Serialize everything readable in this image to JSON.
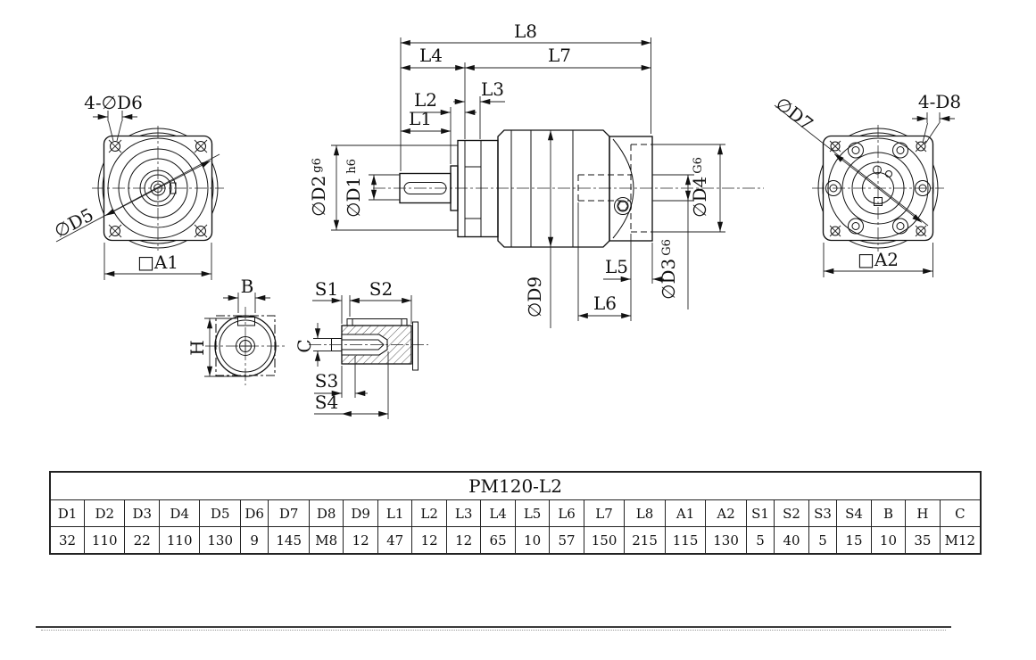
{
  "table": {
    "title": "PM120-L2",
    "headers": [
      "D1",
      "D2",
      "D3",
      "D4",
      "D5",
      "D6",
      "D7",
      "D8",
      "D9",
      "L1",
      "L2",
      "L3",
      "L4",
      "L5",
      "L6",
      "L7",
      "L8",
      "A1",
      "A2",
      "S1",
      "S2",
      "S3",
      "S4",
      "B",
      "H",
      "C"
    ],
    "values": [
      "32",
      "110",
      "22",
      "110",
      "130",
      "9",
      "145",
      "M8",
      "12",
      "47",
      "12",
      "12",
      "65",
      "10",
      "57",
      "150",
      "215",
      "115",
      "130",
      "5",
      "40",
      "5",
      "15",
      "10",
      "35",
      "M12"
    ]
  },
  "left_view": {
    "hole_callout": "4-∅D6",
    "diameter_label": "∅D5",
    "square_label": "□A1"
  },
  "right_view": {
    "hole_callout": "4-D8",
    "diameter_label": "∅D7",
    "square_label": "□A2"
  },
  "side_view": {
    "l1": "L1",
    "l2": "L2",
    "l3": "L3",
    "l4": "L4",
    "l5": "L5",
    "l6": "L6",
    "l7": "L7",
    "l8": "L8",
    "d1": "∅D1",
    "d1_tol": "h6",
    "d2": "∅D2",
    "d2_tol": "g6",
    "d3": "∅D3",
    "d3_tol": "G6",
    "d4": "∅D4",
    "d4_tol": "G6",
    "d9": "∅D9"
  },
  "shaft_end_view": {
    "width_label": "B",
    "height_label": "H"
  },
  "key_section_view": {
    "s1": "S1",
    "s2": "S2",
    "s3": "S3",
    "s4": "S4",
    "c": "C"
  }
}
